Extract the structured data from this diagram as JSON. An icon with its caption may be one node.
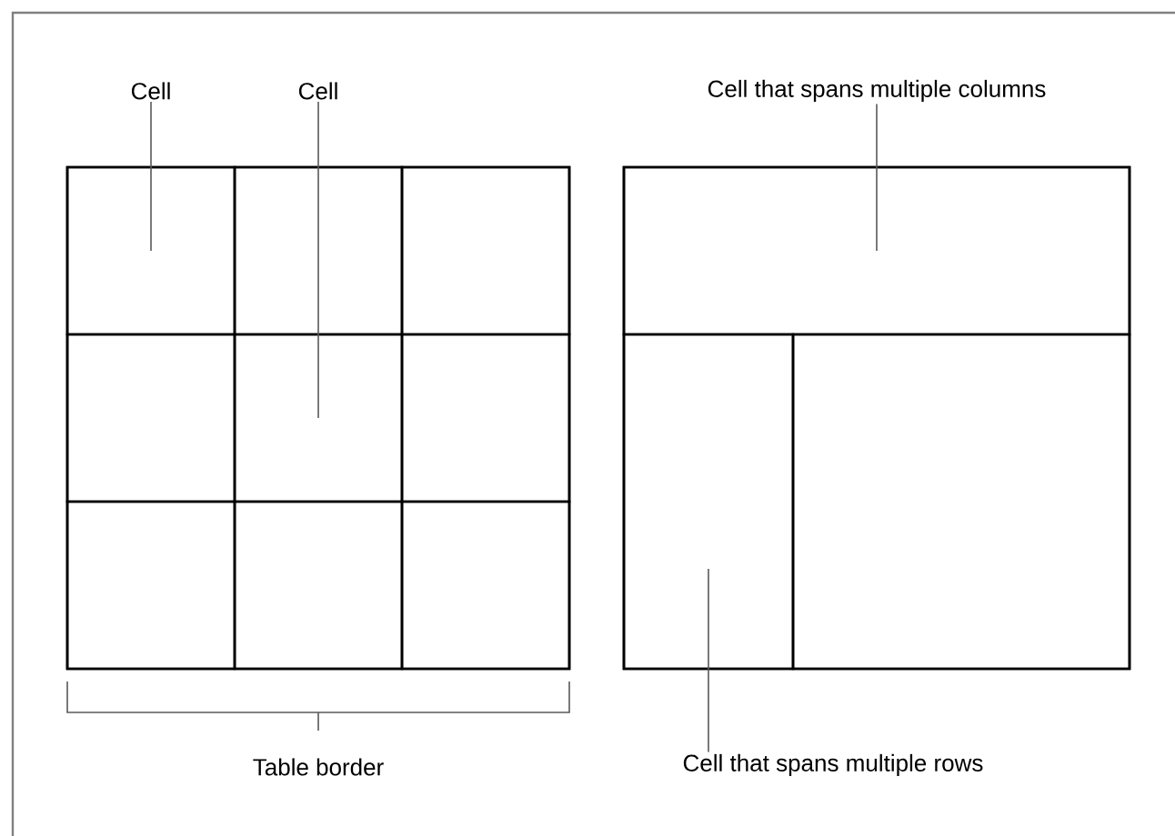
{
  "diagram": {
    "nodes": [
      {
        "text": [
          "Cell"
        ]
      },
      {
        "text": [
          "Cell"
        ]
      },
      {
        "text": [
          "Cell that spans multiple columns"
        ]
      },
      {
        "text": [],
        "shape": "box"
      },
      {
        "text": [],
        "shape": "box",
        "in": 3
      },
      {
        "text": [],
        "shape": "box",
        "in": 3
      },
      {
        "text": [],
        "shape": "box",
        "in": 3
      },
      {
        "text": [],
        "shape": "box",
        "in": 3
      },
      {
        "text": [],
        "shape": "box",
        "in": 3
      },
      {
        "text": [],
        "shape": "box",
        "in": 3
      },
      {
        "text": [],
        "shape": "box",
        "in": 3
      },
      {
        "text": [],
        "shape": "box",
        "in": 3
      },
      {
        "text": [],
        "shape": "box",
        "in": 3
      },
      {
        "text": [],
        "shape": "box"
      },
      {
        "text": [],
        "shape": "box",
        "in": 13
      },
      {
        "text": [],
        "shape": "box",
        "in": 13
      },
      {
        "text": [],
        "shape": "box",
        "in": 13
      },
      {
        "text": [
          "Cell that spans multiple rows"
        ]
      }
    ],
    "edges": [
      {
        "from": 0,
        "to": 4,
        "arrow": "none"
      },
      {
        "from": 1,
        "to": 8,
        "arrow": "none"
      },
      {
        "from": 2,
        "to": 14,
        "arrow": "none"
      },
      {
        "from": 17,
        "to": 15,
        "arrow": "none"
      }
    ],
    "labels": [
      "Table border"
    ]
  }
}
